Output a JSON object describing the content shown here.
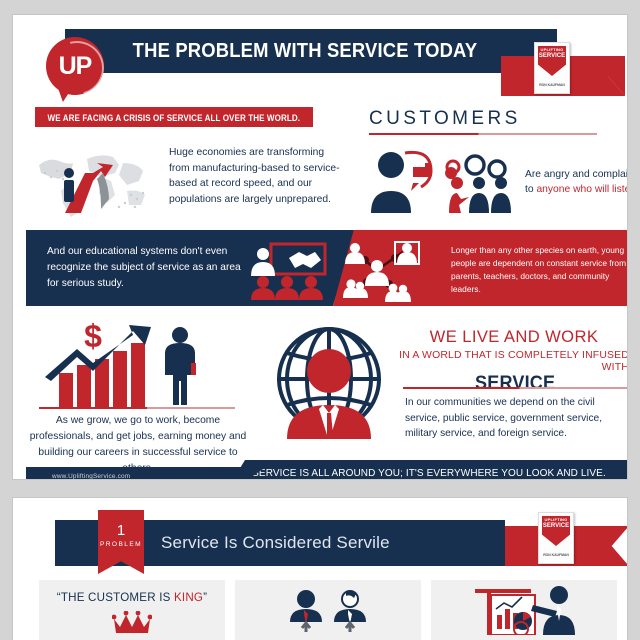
{
  "brand": {
    "logo_text": "UP",
    "accent_red": "#c0262c",
    "accent_navy": "#17304f",
    "website": "www.UpliftingService.com"
  },
  "panel1": {
    "header_title": "THE PROBLEM WITH SERVICE TODAY",
    "book": {
      "line1": "UPLIFTING",
      "line2": "SERVICE",
      "line3": "THE PROVEN PATH TO DELIGHTING YOUR CUSTOMERS",
      "author": "RON KAUFMAN"
    },
    "crisis_banner": "WE ARE FACING A CRISIS OF SERVICE ALL OVER THE WORLD.",
    "row1_text": "Huge economies are transforming from manufacturing-based to service-based at record speed, and our populations are largely unprepared.",
    "customers": {
      "heading": "CUSTOMERS",
      "text_plain": "Are angry and complain to ",
      "text_highlight": "anyone who will listen."
    },
    "row2_navy_text": "And our educational systems don't even recognize the subject of service as an area for serious study.",
    "row2_red_text": "Longer than any other species on earth, young people are dependent on constant service from parents, teachers, doctors, and community leaders.",
    "row3_left_text": "As we grow, we go to work, become professionals, and get jobs, earning money and building our careers in successful service to others.",
    "live_headline_1": "WE LIVE AND WORK",
    "live_headline_2a": "IN A WORLD THAT IS COMPLETELY INFUSED WITH",
    "live_headline_2b": "SERVICE",
    "live_text": "In our communities we depend on the civil service, public service, government service, military service, and foreign service.",
    "bottom_banner": "SERVICE IS ALL AROUND YOU; IT'S EVERYWHERE YOU LOOK AND LIVE."
  },
  "panel2": {
    "problem_number": "1",
    "problem_label": "PROBLEM",
    "title": "Service Is Considered Servile",
    "cards": [
      {
        "title_plain": "“THE CUSTOMER IS ",
        "title_highlight": "KING",
        "title_end": "”",
        "icon": "crown-icon"
      },
      {
        "icon": "two-persons-arrows-icon"
      },
      {
        "icon": "presentation-chart-icon"
      }
    ]
  },
  "icons": {
    "world_map": "world-map-arrows-icon",
    "customer_angry": "angry-customer-icon",
    "handshake": "handshake-people-icon",
    "network": "people-network-icon",
    "growth_chart": "growth-chart-dollar-icon",
    "globe_person": "globe-businessperson-icon"
  }
}
